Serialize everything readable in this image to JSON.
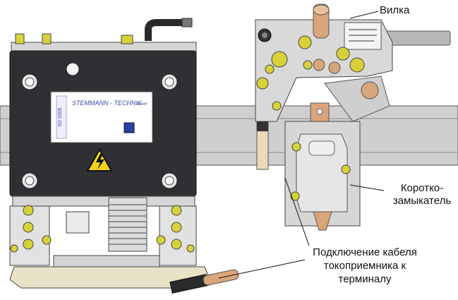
{
  "labels": {
    "fork": "Вилка",
    "short_circuiter_line1": "Коротко-",
    "short_circuiter_line2": "замыкатель",
    "cable_line1": "Подключение кабеля",
    "cable_line2": "токоприемника к",
    "cable_line3": "терминалу"
  },
  "nameplate": {
    "brand": "STEMMANN - TECHNIK",
    "brand_suffix": "GmbH",
    "model": "SD 0306"
  },
  "colors": {
    "housing_dark": "#2f3033",
    "beam_gray": "#c9c9c9",
    "plate_gray": "#d9d9d9",
    "bolt_yellow": "#d8d23a",
    "copper": "#d9a57a",
    "warning_yellow": "#f2d31a"
  }
}
